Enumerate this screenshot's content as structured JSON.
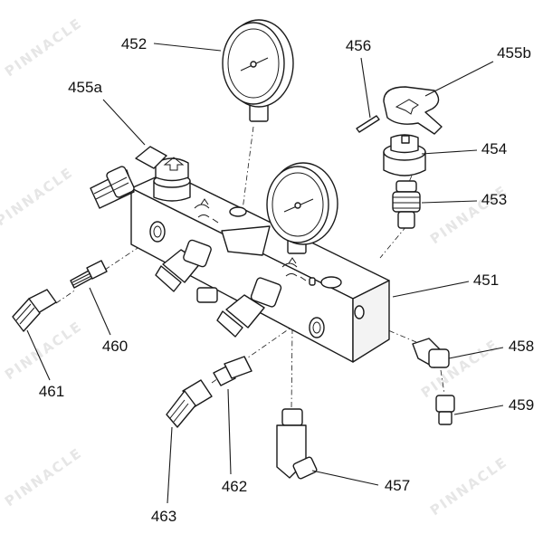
{
  "watermark": {
    "text": "PINNACLE"
  },
  "callouts": {
    "p451": "451",
    "p452": "452",
    "p453": "453",
    "p454": "454",
    "p455a": "455a",
    "p455b": "455b",
    "p456": "456",
    "p457": "457",
    "p458": "458",
    "p459": "459",
    "p460": "460",
    "p461": "461",
    "p462": "462",
    "p463": "463"
  }
}
